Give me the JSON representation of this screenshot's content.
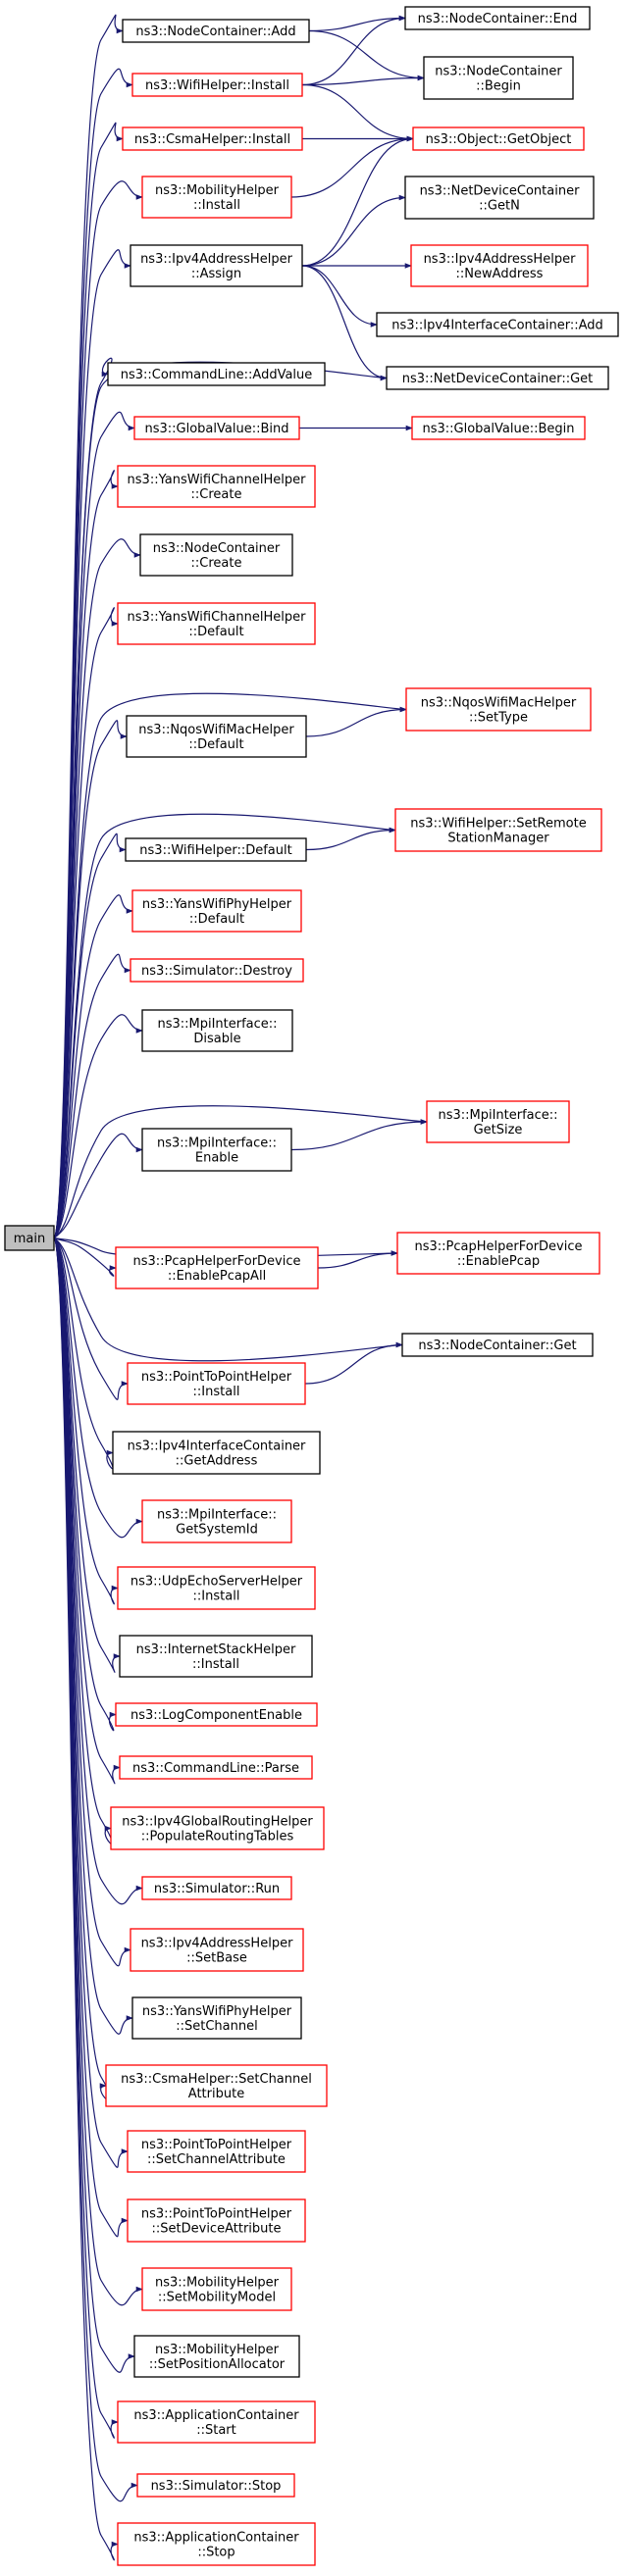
{
  "colors": {
    "edge": "#191970",
    "border_documented": "#000000",
    "border_undocumented": "#ff0000",
    "root_fill": "#bfbfbf",
    "background": "#ffffff"
  },
  "root": {
    "id": "main",
    "label": [
      "main"
    ]
  },
  "callees": [
    {
      "id": "nc_add",
      "label": [
        "ns3::NodeContainer::Add"
      ],
      "style": "black"
    },
    {
      "id": "wifi_install",
      "label": [
        "ns3::WifiHelper::Install"
      ],
      "style": "red"
    },
    {
      "id": "csma_install",
      "label": [
        "ns3::CsmaHelper::Install"
      ],
      "style": "red"
    },
    {
      "id": "mob_install",
      "label": [
        "ns3::MobilityHelper",
        "::Install"
      ],
      "style": "red"
    },
    {
      "id": "ipv4_assign",
      "label": [
        "ns3::Ipv4AddressHelper",
        "::Assign"
      ],
      "style": "black"
    },
    {
      "id": "cmd_addvalue",
      "label": [
        "ns3::CommandLine::AddValue"
      ],
      "style": "black"
    },
    {
      "id": "gv_bind",
      "label": [
        "ns3::GlobalValue::Bind"
      ],
      "style": "red"
    },
    {
      "id": "ywc_create",
      "label": [
        "ns3::YansWifiChannelHelper",
        "::Create"
      ],
      "style": "red"
    },
    {
      "id": "nc_create",
      "label": [
        "ns3::NodeContainer",
        "::Create"
      ],
      "style": "black"
    },
    {
      "id": "ywc_default",
      "label": [
        "ns3::YansWifiChannelHelper",
        "::Default"
      ],
      "style": "red"
    },
    {
      "id": "nqos_default",
      "label": [
        "ns3::NqosWifiMacHelper",
        "::Default"
      ],
      "style": "black"
    },
    {
      "id": "wifi_default",
      "label": [
        "ns3::WifiHelper::Default"
      ],
      "style": "black"
    },
    {
      "id": "ywp_default",
      "label": [
        "ns3::YansWifiPhyHelper",
        "::Default"
      ],
      "style": "red"
    },
    {
      "id": "sim_destroy",
      "label": [
        "ns3::Simulator::Destroy"
      ],
      "style": "red"
    },
    {
      "id": "mpi_disable",
      "label": [
        "ns3::MpiInterface::",
        "Disable"
      ],
      "style": "black"
    },
    {
      "id": "mpi_enable",
      "label": [
        "ns3::MpiInterface::",
        "Enable"
      ],
      "style": "black"
    },
    {
      "id": "pcap_all",
      "label": [
        "ns3::PcapHelperForDevice",
        "::EnablePcapAll"
      ],
      "style": "red"
    },
    {
      "id": "p2p_install",
      "label": [
        "ns3::PointToPointHelper",
        "::Install"
      ],
      "style": "red"
    },
    {
      "id": "ipv4ic_getaddr",
      "label": [
        "ns3::Ipv4InterfaceContainer",
        "::GetAddress"
      ],
      "style": "black"
    },
    {
      "id": "mpi_sysid",
      "label": [
        "ns3::MpiInterface::",
        "GetSystemId"
      ],
      "style": "red"
    },
    {
      "id": "udp_install",
      "label": [
        "ns3::UdpEchoServerHelper",
        "::Install"
      ],
      "style": "red"
    },
    {
      "id": "inet_install",
      "label": [
        "ns3::InternetStackHelper",
        "::Install"
      ],
      "style": "black"
    },
    {
      "id": "log_enable",
      "label": [
        "ns3::LogComponentEnable"
      ],
      "style": "red"
    },
    {
      "id": "cmd_parse",
      "label": [
        "ns3::CommandLine::Parse"
      ],
      "style": "red"
    },
    {
      "id": "gr_populate",
      "label": [
        "ns3::Ipv4GlobalRoutingHelper",
        "::PopulateRoutingTables"
      ],
      "style": "red"
    },
    {
      "id": "sim_run",
      "label": [
        "ns3::Simulator::Run"
      ],
      "style": "red"
    },
    {
      "id": "ipv4_setbase",
      "label": [
        "ns3::Ipv4AddressHelper",
        "::SetBase"
      ],
      "style": "red"
    },
    {
      "id": "ywp_setchannel",
      "label": [
        "ns3::YansWifiPhyHelper",
        "::SetChannel"
      ],
      "style": "black"
    },
    {
      "id": "csma_setchattr",
      "label": [
        "ns3::CsmaHelper::SetChannel",
        "Attribute"
      ],
      "style": "red"
    },
    {
      "id": "p2p_setchattr",
      "label": [
        "ns3::PointToPointHelper",
        "::SetChannelAttribute"
      ],
      "style": "red"
    },
    {
      "id": "p2p_setdevattr",
      "label": [
        "ns3::PointToPointHelper",
        "::SetDeviceAttribute"
      ],
      "style": "red"
    },
    {
      "id": "mob_setmodel",
      "label": [
        "ns3::MobilityHelper",
        "::SetMobilityModel"
      ],
      "style": "red"
    },
    {
      "id": "mob_setpos",
      "label": [
        "ns3::MobilityHelper",
        "::SetPositionAllocator"
      ],
      "style": "black"
    },
    {
      "id": "app_start",
      "label": [
        "ns3::ApplicationContainer",
        "::Start"
      ],
      "style": "red"
    },
    {
      "id": "sim_stop",
      "label": [
        "ns3::Simulator::Stop"
      ],
      "style": "red"
    },
    {
      "id": "app_stop",
      "label": [
        "ns3::ApplicationContainer",
        "::Stop"
      ],
      "style": "red"
    }
  ],
  "leaves": [
    {
      "id": "nc_end",
      "label": [
        "ns3::NodeContainer::End"
      ],
      "style": "black"
    },
    {
      "id": "nc_begin",
      "label": [
        "ns3::NodeContainer",
        "::Begin"
      ],
      "style": "black"
    },
    {
      "id": "obj_getobject",
      "label": [
        "ns3::Object::GetObject"
      ],
      "style": "red"
    },
    {
      "id": "ndc_getn",
      "label": [
        "ns3::NetDeviceContainer",
        "::GetN"
      ],
      "style": "black"
    },
    {
      "id": "ipv4_newaddr",
      "label": [
        "ns3::Ipv4AddressHelper",
        "::NewAddress"
      ],
      "style": "red"
    },
    {
      "id": "ipv4ic_add",
      "label": [
        "ns3::Ipv4InterfaceContainer::Add"
      ],
      "style": "black"
    },
    {
      "id": "ndc_get",
      "label": [
        "ns3::NetDeviceContainer::Get"
      ],
      "style": "black"
    },
    {
      "id": "gv_begin",
      "label": [
        "ns3::GlobalValue::Begin"
      ],
      "style": "red"
    },
    {
      "id": "nqos_settype",
      "label": [
        "ns3::NqosWifiMacHelper",
        "::SetType"
      ],
      "style": "red"
    },
    {
      "id": "wifi_setrsm",
      "label": [
        "ns3::WifiHelper::SetRemote",
        "StationManager"
      ],
      "style": "red"
    },
    {
      "id": "mpi_getsize",
      "label": [
        "ns3::MpiInterface::",
        "GetSize"
      ],
      "style": "red"
    },
    {
      "id": "pcap_enable",
      "label": [
        "ns3::PcapHelperForDevice",
        "::EnablePcap"
      ],
      "style": "red"
    },
    {
      "id": "nc_get",
      "label": [
        "ns3::NodeContainer::Get"
      ],
      "style": "black"
    }
  ],
  "edges": [
    [
      "main",
      "nc_add"
    ],
    [
      "main",
      "wifi_install"
    ],
    [
      "main",
      "csma_install"
    ],
    [
      "main",
      "mob_install"
    ],
    [
      "main",
      "ipv4_assign"
    ],
    [
      "main",
      "cmd_addvalue"
    ],
    [
      "main",
      "gv_bind"
    ],
    [
      "main",
      "ywc_create"
    ],
    [
      "main",
      "nc_create"
    ],
    [
      "main",
      "ywc_default"
    ],
    [
      "main",
      "nqos_default"
    ],
    [
      "main",
      "wifi_default"
    ],
    [
      "main",
      "ywp_default"
    ],
    [
      "main",
      "sim_destroy"
    ],
    [
      "main",
      "mpi_disable"
    ],
    [
      "main",
      "mpi_enable"
    ],
    [
      "main",
      "pcap_all"
    ],
    [
      "main",
      "p2p_install"
    ],
    [
      "main",
      "ipv4ic_getaddr"
    ],
    [
      "main",
      "mpi_sysid"
    ],
    [
      "main",
      "udp_install"
    ],
    [
      "main",
      "inet_install"
    ],
    [
      "main",
      "log_enable"
    ],
    [
      "main",
      "cmd_parse"
    ],
    [
      "main",
      "gr_populate"
    ],
    [
      "main",
      "sim_run"
    ],
    [
      "main",
      "ipv4_setbase"
    ],
    [
      "main",
      "ywp_setchannel"
    ],
    [
      "main",
      "csma_setchattr"
    ],
    [
      "main",
      "p2p_setchattr"
    ],
    [
      "main",
      "p2p_setdevattr"
    ],
    [
      "main",
      "mob_setmodel"
    ],
    [
      "main",
      "mob_setpos"
    ],
    [
      "main",
      "app_start"
    ],
    [
      "main",
      "sim_stop"
    ],
    [
      "main",
      "app_stop"
    ],
    [
      "main",
      "ndc_get"
    ],
    [
      "main",
      "nqos_settype"
    ],
    [
      "main",
      "wifi_setrsm"
    ],
    [
      "main",
      "mpi_getsize"
    ],
    [
      "main",
      "pcap_enable"
    ],
    [
      "main",
      "nc_get"
    ],
    [
      "nc_add",
      "nc_end"
    ],
    [
      "nc_add",
      "nc_begin"
    ],
    [
      "wifi_install",
      "nc_end"
    ],
    [
      "wifi_install",
      "nc_begin"
    ],
    [
      "wifi_install",
      "obj_getobject"
    ],
    [
      "csma_install",
      "obj_getobject"
    ],
    [
      "mob_install",
      "obj_getobject"
    ],
    [
      "ipv4_assign",
      "obj_getobject"
    ],
    [
      "ipv4_assign",
      "ndc_getn"
    ],
    [
      "ipv4_assign",
      "ipv4_newaddr"
    ],
    [
      "ipv4_assign",
      "ipv4ic_add"
    ],
    [
      "ipv4_assign",
      "ndc_get"
    ],
    [
      "gv_bind",
      "gv_begin"
    ],
    [
      "nqos_default",
      "nqos_settype"
    ],
    [
      "wifi_default",
      "wifi_setrsm"
    ],
    [
      "mpi_enable",
      "mpi_getsize"
    ],
    [
      "pcap_all",
      "pcap_enable"
    ],
    [
      "p2p_install",
      "nc_get"
    ]
  ]
}
